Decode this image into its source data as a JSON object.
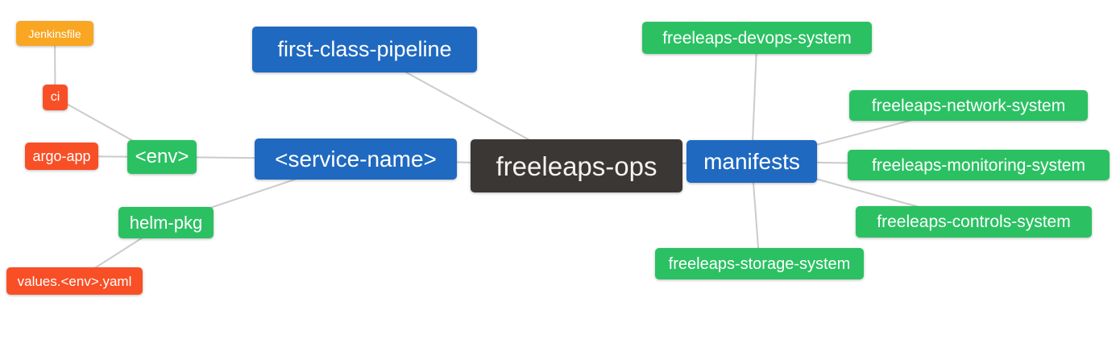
{
  "diagram": {
    "type": "mindmap",
    "background_color": "#ffffff",
    "edge_color": "#cbcbcb",
    "node_colors": {
      "orange": "#F9A623",
      "red": "#F94F26",
      "green": "#2BC163",
      "blue": "#1F69C0",
      "dark": "#3B3734"
    },
    "root": "freeleaps-ops",
    "nodes": [
      {
        "id": "jenkinsfile",
        "label": "Jenkinsfile",
        "color": "orange"
      },
      {
        "id": "ci",
        "label": "ci",
        "color": "red"
      },
      {
        "id": "argo-app",
        "label": "argo-app",
        "color": "red"
      },
      {
        "id": "env",
        "label": "<env>",
        "color": "green"
      },
      {
        "id": "helm-pkg",
        "label": "helm-pkg",
        "color": "green"
      },
      {
        "id": "values-env-yaml",
        "label": "values.<env>.yaml",
        "color": "red"
      },
      {
        "id": "first-class-pipeline",
        "label": "first-class-pipeline",
        "color": "blue"
      },
      {
        "id": "service-name",
        "label": "<service-name>",
        "color": "blue"
      },
      {
        "id": "freeleaps-ops",
        "label": "freeleaps-ops",
        "color": "dark"
      },
      {
        "id": "manifests",
        "label": "manifests",
        "color": "blue"
      },
      {
        "id": "freeleaps-devops-system",
        "label": "freeleaps-devops-system",
        "color": "green"
      },
      {
        "id": "freeleaps-network-system",
        "label": "freeleaps-network-system",
        "color": "green"
      },
      {
        "id": "freeleaps-monitoring-system",
        "label": "freeleaps-monitoring-system",
        "color": "green"
      },
      {
        "id": "freeleaps-controls-system",
        "label": "freeleaps-controls-system",
        "color": "green"
      },
      {
        "id": "freeleaps-storage-system",
        "label": "freeleaps-storage-system",
        "color": "green"
      }
    ],
    "edges": [
      [
        "jenkinsfile",
        "ci"
      ],
      [
        "ci",
        "env"
      ],
      [
        "argo-app",
        "env"
      ],
      [
        "env",
        "service-name"
      ],
      [
        "helm-pkg",
        "service-name"
      ],
      [
        "values-env-yaml",
        "helm-pkg"
      ],
      [
        "first-class-pipeline",
        "freeleaps-ops"
      ],
      [
        "service-name",
        "freeleaps-ops"
      ],
      [
        "freeleaps-ops",
        "manifests"
      ],
      [
        "manifests",
        "freeleaps-devops-system"
      ],
      [
        "manifests",
        "freeleaps-network-system"
      ],
      [
        "manifests",
        "freeleaps-monitoring-system"
      ],
      [
        "manifests",
        "freeleaps-controls-system"
      ],
      [
        "manifests",
        "freeleaps-storage-system"
      ]
    ]
  }
}
